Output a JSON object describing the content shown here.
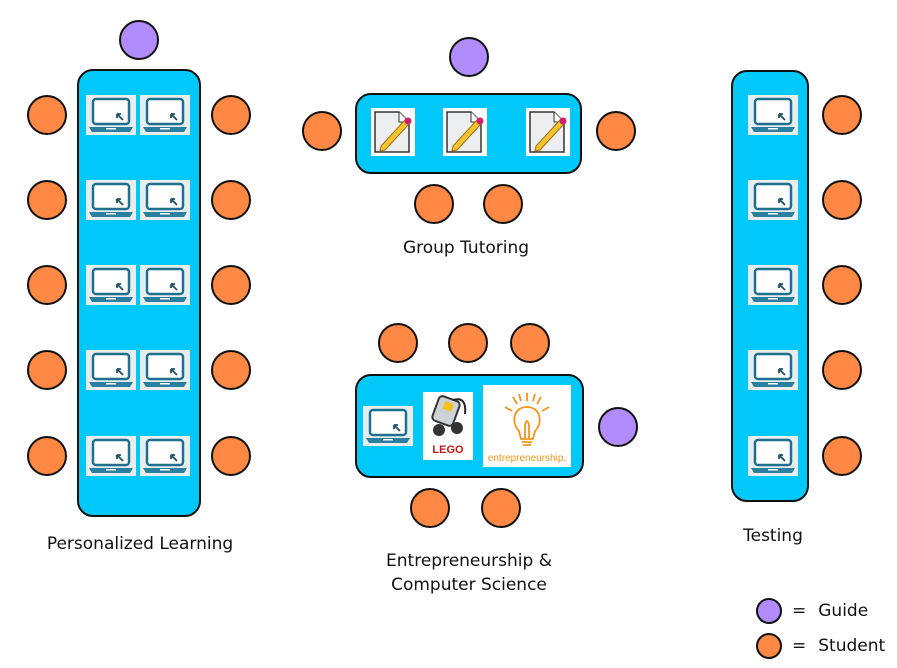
{
  "stations": [
    {
      "name": "Personalized Learning",
      "label_lines": [
        "Personalized Learning"
      ]
    },
    {
      "name": "Group Tutoring",
      "label_lines": [
        "Group Tutoring"
      ]
    },
    {
      "name": "Entrepreneurship & Computer Science",
      "label_lines": [
        "Entrepreneurship &",
        "Computer Science"
      ]
    },
    {
      "name": "Testing",
      "label_lines": [
        "Testing"
      ]
    }
  ],
  "items": {
    "lego_label": "LEGO",
    "entrepreneurship_label": "entrepreneurship."
  },
  "legend": {
    "guide": {
      "symbol": "=",
      "label": "Guide"
    },
    "student": {
      "symbol": "=",
      "label": "Student"
    }
  },
  "colors": {
    "table": "#00c8f8",
    "student": "#fe8844",
    "guide": "#b08cfc"
  }
}
